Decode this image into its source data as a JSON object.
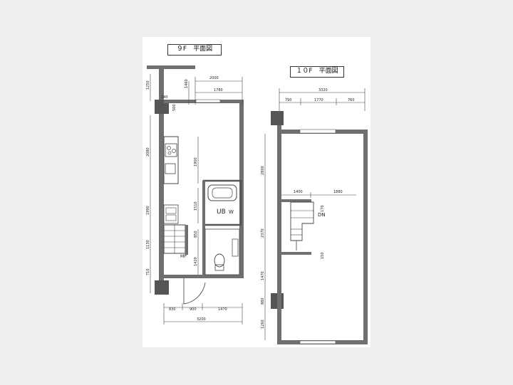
{
  "floor9": {
    "title": "９F　平面図",
    "dims": {
      "top_overall": "2000",
      "top_inner": "1780",
      "left_top": "1250",
      "offset_240": "240",
      "offset_500": "500",
      "offset_1460": "1460",
      "left_2080": "2080",
      "left_1990": "1990",
      "left_1130": "1130",
      "left_710": "710",
      "kitchen_1900": "1900",
      "ub_1510": "1510",
      "ub_850": "850",
      "toilet_1420": "1420",
      "bottom_830": "830",
      "bottom_900": "900",
      "bottom_1470": "1470",
      "bottom_total": "3200"
    },
    "ub_label": "UB",
    "wm_label": "W",
    "mp_label": "MP"
  },
  "floor10": {
    "title": "１０F　平面図",
    "dims": {
      "top_total": "3320",
      "top_790": "790",
      "top_1770": "1770",
      "top_760": "760",
      "left_2800": "2800",
      "left_2370": "2370",
      "left_1470": "1470",
      "left_880": "880",
      "left_1260": "1260",
      "stair_1400": "1400",
      "stair_1880": "1880",
      "stair_170": "170",
      "stair_150": "150"
    },
    "dn_label": "DN"
  },
  "colors": {
    "wall": "#6f6f6f",
    "wall_dark": "#555555",
    "line": "#444444"
  }
}
